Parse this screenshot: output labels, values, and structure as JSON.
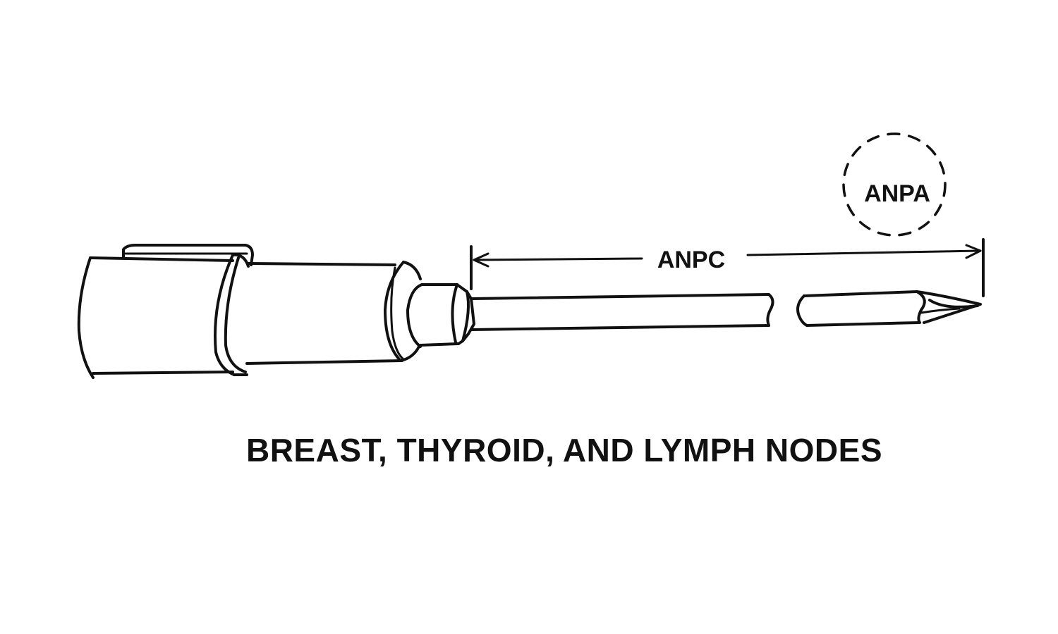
{
  "diagram": {
    "callout_label": "ANPA",
    "dimension_label": "ANPC",
    "caption": "BREAST, THYROID, AND LYMPH NODES",
    "colors": {
      "ink": "#111111",
      "background": "#ffffff"
    }
  }
}
